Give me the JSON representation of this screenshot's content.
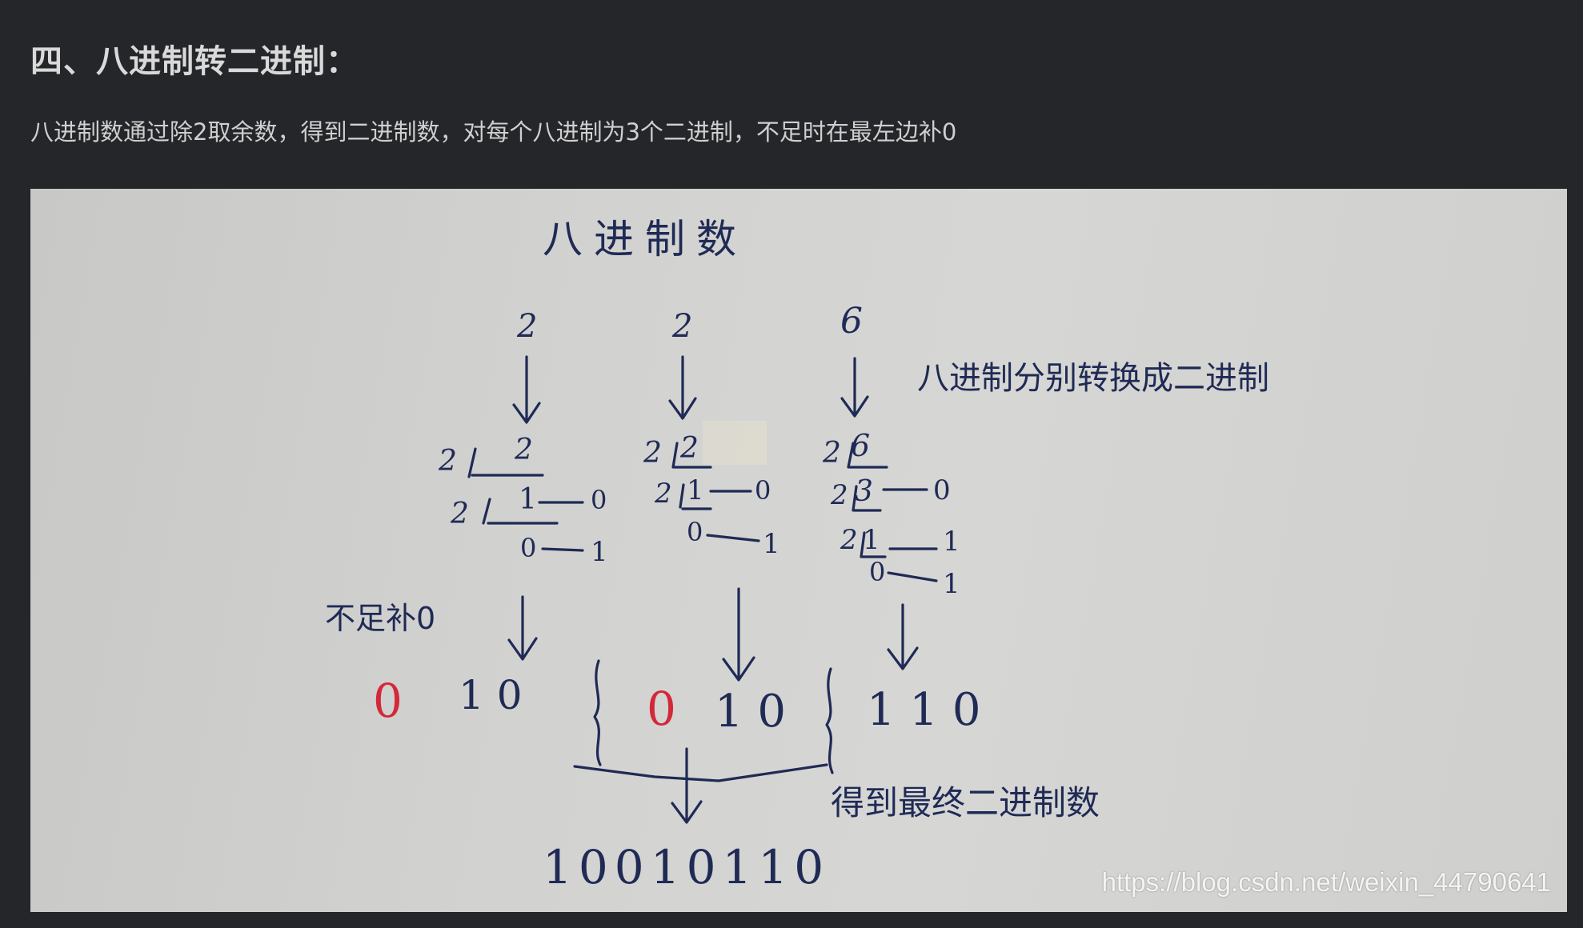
{
  "heading": "四、八进制转二进制：",
  "paragraph": "八进制数通过除2取余数，得到二进制数，对每个八进制为3个二进制，不足时在最左边补0",
  "photo": {
    "title": "八进制数",
    "digits": [
      "2",
      "2",
      "6"
    ],
    "note_convert": "八进制分别转换成二进制",
    "note_pad": "不足补0",
    "divisor": "2",
    "col1": {
      "d1": "2",
      "d2": "1",
      "r1": "0",
      "q": "0",
      "r2": "1"
    },
    "col2": {
      "d1": "2",
      "d2": "1",
      "r1": "0",
      "q": "0",
      "r2": "1"
    },
    "col3": {
      "d1": "6",
      "d2": "3",
      "r1": "0",
      "d3": "1",
      "r2": "1",
      "q": "0",
      "r3": "1"
    },
    "groups": [
      {
        "pad": "0",
        "bits": "1 0"
      },
      {
        "pad": "0",
        "bits": "1 0"
      },
      {
        "pad": "",
        "bits": "1 1 0"
      }
    ],
    "note_result": "得到最终二进制数",
    "result": "10010110",
    "watermark": "https://blog.csdn.net/weixin_44790641",
    "colors": {
      "ink": "#1f2a55",
      "pad_red": "#d4273a",
      "paper": "#d2d2d0"
    }
  }
}
